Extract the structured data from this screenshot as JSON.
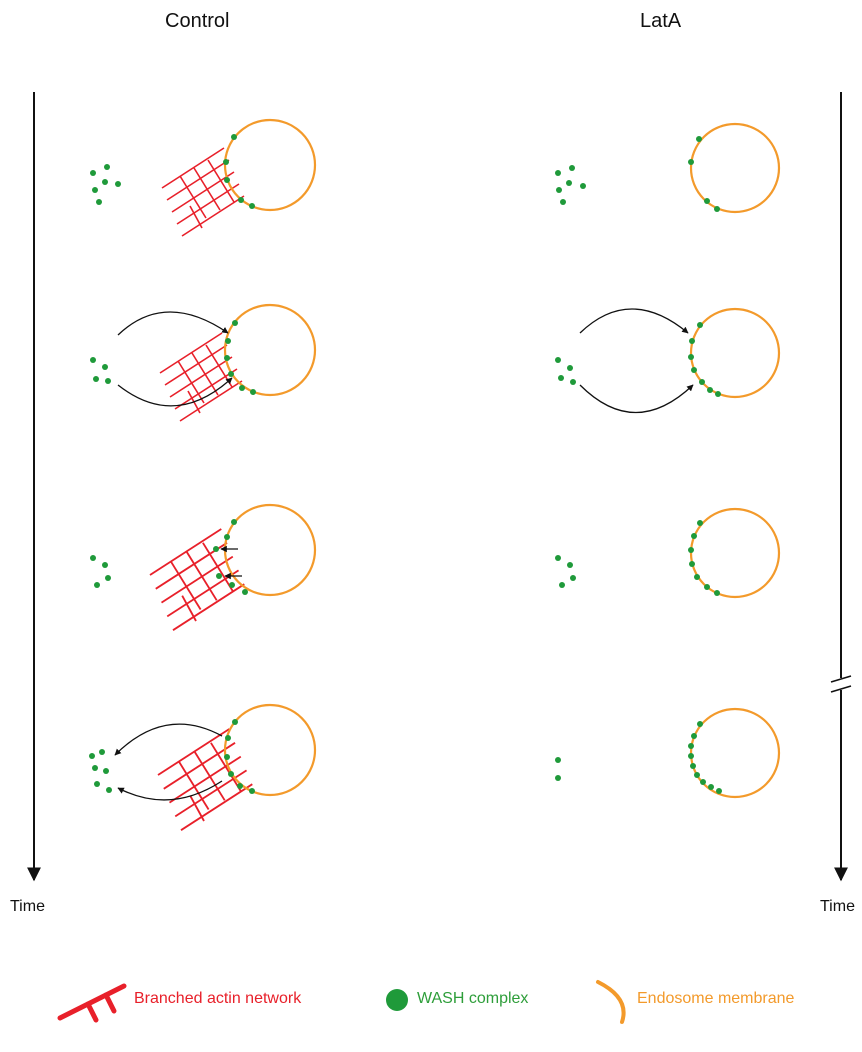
{
  "columns": {
    "control": "Control",
    "lata": "LatA"
  },
  "time_label": "Time",
  "legend": {
    "actin": "Branched actin network",
    "wash": "WASH complex",
    "endosome": "Endosome membrane"
  },
  "colors": {
    "actin": "#e8202a",
    "wash": "#1f9a3a",
    "endosome": "#f39a2b",
    "arrow": "#111111"
  }
}
